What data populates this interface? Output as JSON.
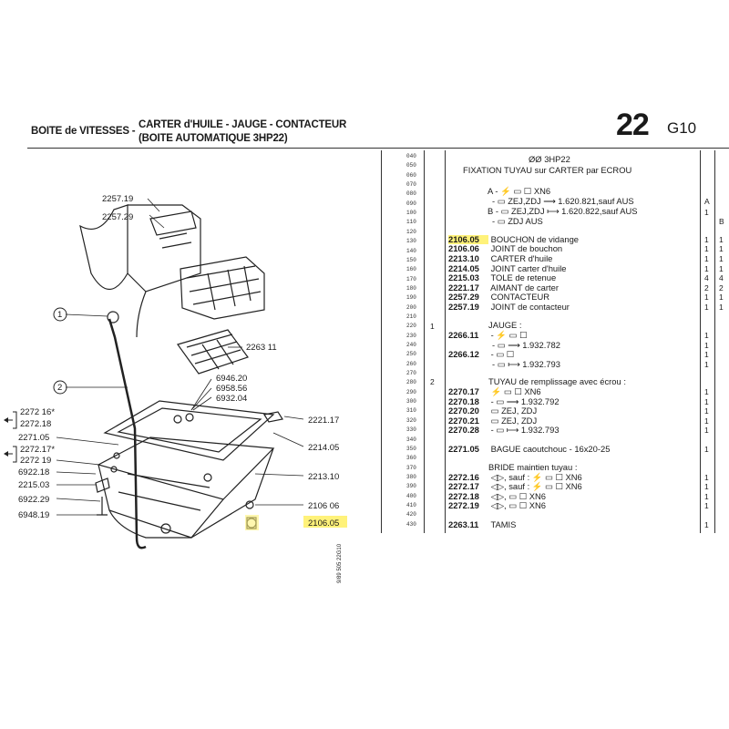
{
  "header": {
    "section": "BOITE de VITESSES -",
    "subtitle_line1": "CARTER d'HUILE - JAUGE - CONTACTEUR",
    "subtitle_line2": "(BOITE AUTOMATIQUE 3HP22)",
    "page_number": "22",
    "page_code": "G10"
  },
  "side_note": "9/89 505 22G10",
  "diagram_labels": {
    "l1": "2257.19",
    "l2": "2257.29",
    "l3": "2263 11",
    "l4": "6946.20",
    "l5": "6958.56",
    "l6": "6932.04",
    "l7": "2221.17",
    "l8": "2214.05",
    "l9": "2213.10",
    "l10": "2106 06",
    "l11": "2106.05",
    "l12": "2272 16*",
    "l13": "2272.18",
    "l14": "2271.05",
    "l15": "2272.17*",
    "l16": "2272 19",
    "l17": "6922.18",
    "l18": "2215.03",
    "l19": "6922.29",
    "l20": "6948.19",
    "c1": "1",
    "c2": "2"
  },
  "line_numbers": [
    "040",
    "050",
    "060",
    "070",
    "080",
    "090",
    "100",
    "110",
    "120",
    "130",
    "140",
    "150",
    "160",
    "170",
    "180",
    "190",
    "200",
    "210",
    "220",
    "230",
    "240",
    "250",
    "260",
    "270",
    "280",
    "290",
    "300",
    "310",
    "320",
    "330",
    "340",
    "350",
    "360",
    "370",
    "380",
    "390",
    "400",
    "410",
    "420",
    "430"
  ],
  "group_marks": {
    "g1": "1",
    "g2": "2"
  },
  "parts": {
    "head1": "ØØ 3HP22",
    "head2": "FIXATION TUYAU sur CARTER par ECROU",
    "optA_1": "A - ⚡ ▭ ☐ XN6",
    "optA_2": "- ▭ ZEJ,ZDJ ⟶ 1.620.821,sauf AUS",
    "optB_1": "B - ▭ ZEJ,ZDJ ⟼ 1.620.822,sauf AUS",
    "optB_2": "- ▭ ZDJ AUS",
    "r130": "BOUCHON de vidange",
    "r140": "JOINT de bouchon",
    "r150": "CARTER d'huile",
    "r160": "JOINT carter d'huile",
    "r170": "TOLE de retenue",
    "r180": "AIMANT de carter",
    "r190": "CONTACTEUR",
    "r200": "JOINT de contacteur",
    "jauge": "JAUGE :",
    "j1": "- ⚡ ▭ ☐",
    "j2": "- ▭ ⟶ 1.932.782",
    "j3": "- ▭ ☐",
    "j4": "- ▭ ⟼ 1.932.793",
    "tuyau": "TUYAU de remplissage avec écrou :",
    "t1": "⚡ ▭ ☐ XN6",
    "t2": "- ▭ ⟶ 1.932.792",
    "t3": "▭ ZEJ, ZDJ",
    "t4": "▭ ZEJ, ZDJ",
    "t5": "- ▭ ⟼ 1.932.793",
    "bague": "BAGUE caoutchouc - 16x20-25",
    "bride": "BRIDE maintien tuyau :",
    "b1": "◁▷, sauf : ⚡ ▭ ☐ XN6",
    "b2": "◁▷, sauf : ⚡ ▭ ☐ XN6",
    "b3": "◁▷, ▭ ☐ XN6",
    "b4": "◁▷, ▭ ☐ XN6",
    "tamis": "TAMIS"
  },
  "codes": {
    "c130": "2106.05",
    "c140": "2106.06",
    "c150": "2213.10",
    "c160": "2214.05",
    "c170": "2215.03",
    "c180": "2221.17",
    "c190": "2257.29",
    "c200": "2257.19",
    "c230": "2266.11",
    "c250": "2266.12",
    "c290": "2270.17",
    "c300": "2270.18",
    "c310": "2270.20",
    "c320": "2270.21",
    "c330": "2270.28",
    "c350": "2271.05",
    "c380": "2272.16",
    "c390": "2272.17",
    "c400": "2272.18",
    "c410": "2272.19",
    "c430": "2263.11"
  },
  "qty": {
    "colA": "A",
    "colB": "B",
    "r090a": "1",
    "r130a": "1",
    "r130b": "1",
    "r140a": "1",
    "r140b": "1",
    "r150a": "1",
    "r150b": "1",
    "r160a": "1",
    "r160b": "1",
    "r170a": "4",
    "r170b": "4",
    "r180a": "2",
    "r180b": "2",
    "r190a": "1",
    "r190b": "1",
    "r200a": "1",
    "r200b": "1",
    "r230": "1",
    "r240": "1",
    "r250": "1",
    "r260": "1",
    "r290": "1",
    "r300": "1",
    "r310": "1",
    "r320": "1",
    "r330": "1",
    "r350": "1",
    "r380": "1",
    "r390": "1",
    "r400": "1",
    "r410": "1",
    "r430": "1"
  },
  "highlight_color": "#fff27a"
}
